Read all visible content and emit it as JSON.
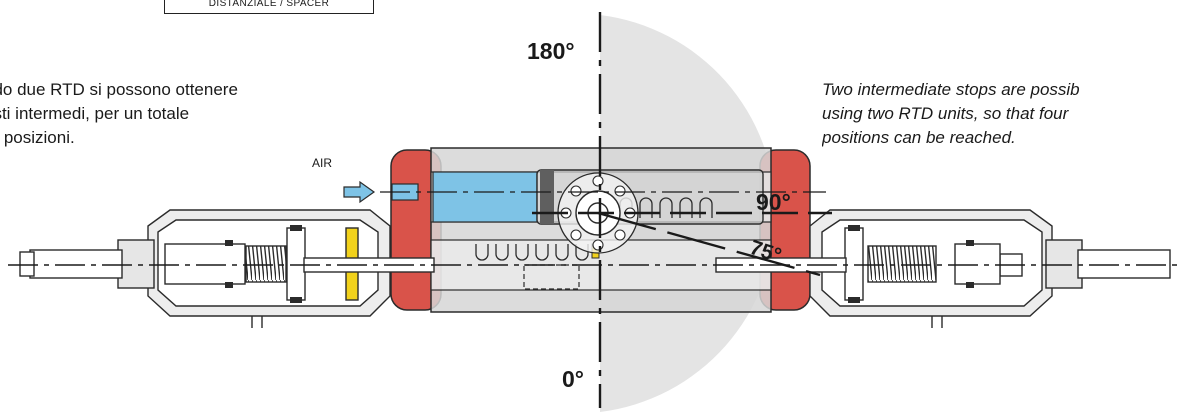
{
  "spacer_label": "DISTANZIALE / SPACER",
  "note_italian": [
    "ndo due RTD si possono ottenere",
    "esti intermedi, per un totale",
    "ro posizioni."
  ],
  "note_english": [
    "Two intermediate stops are possib",
    "using two RTD units, so that four",
    "positions can be reached."
  ],
  "angles": {
    "top": "180°",
    "bottom": "0°",
    "mid": "90°",
    "stop": "75°"
  },
  "air_label": "AIR",
  "colors": {
    "end_cap_red": "#d9534a",
    "body_grey": "#d6d6d6",
    "air_chamber_blue": "#7ec3e6",
    "stop_yellow": "#f2d21b",
    "rotation_disc": "#e4e4e4",
    "outline": "#2b2b2b"
  }
}
